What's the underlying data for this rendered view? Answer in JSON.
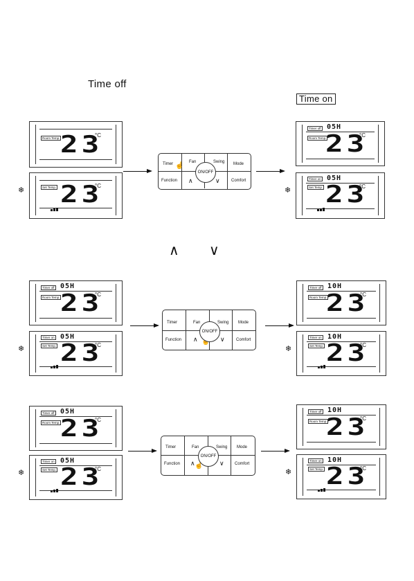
{
  "headings": {
    "time_off": "Time off",
    "time_on": "Time on"
  },
  "labels": {
    "room_temp": "Room Temp.",
    "set_temp": "Set Temp.",
    "timer_off": "Timer off",
    "timer_on": "Timer on"
  },
  "temp": "23",
  "unit": "°C",
  "timer_05": "05H",
  "timer_10": "10H",
  "snow_icon": "❄",
  "remote": {
    "timer": "Timer",
    "fan": "Fan",
    "swing": "Swing",
    "mode": "Mode",
    "function": "Function",
    "comfort": "Comfort",
    "onoff": "ON/OFF",
    "up": "∧",
    "down": "∨"
  },
  "chevrons": {
    "up": "∧",
    "down": "∨"
  }
}
